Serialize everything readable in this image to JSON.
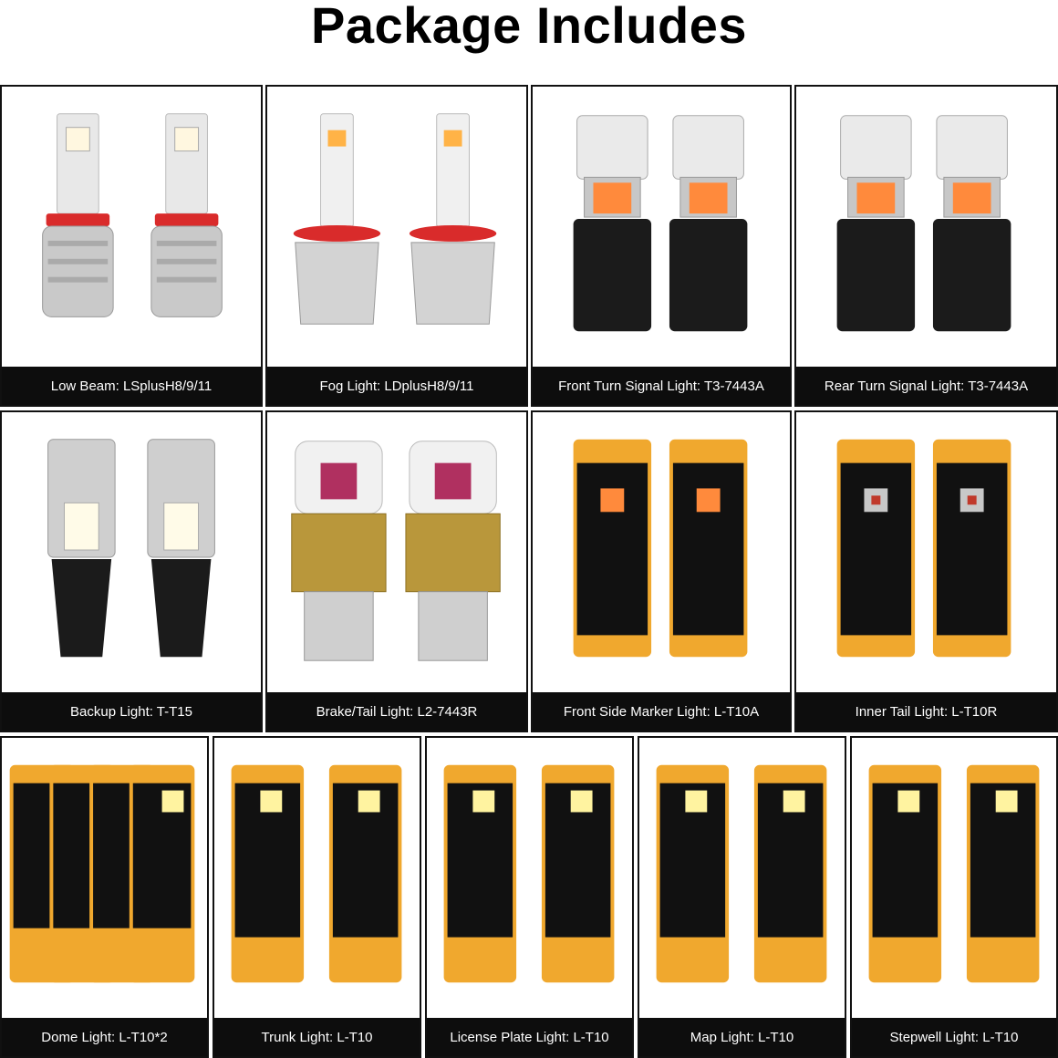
{
  "title": "Package Includes",
  "colors": {
    "caption_bg": "#0d0d0d",
    "border": "#111111",
    "pcb": "#f0a82e",
    "amber_led": "#ff8a3c",
    "red_base": "#d92b2b"
  },
  "items": [
    {
      "caption": "Low Beam: LSplusH8/9/11",
      "icon": "h11-bulb-icon"
    },
    {
      "caption": "Fog Light: LDplusH8/9/11",
      "icon": "fog-bulb-icon"
    },
    {
      "caption": "Front Turn Signal Light: T3-7443A",
      "icon": "7443-bulb-icon"
    },
    {
      "caption": "Rear Turn Signal Light: T3-7443A",
      "icon": "7443-bulb-icon"
    },
    {
      "caption": "Backup Light: T-T15",
      "icon": "t15-bulb-icon"
    },
    {
      "caption": "Brake/Tail Light: L2-7443R",
      "icon": "7443r-bulb-icon"
    },
    {
      "caption": "Front Side Marker Light: L-T10A",
      "icon": "t10-amber-bulb-icon"
    },
    {
      "caption": "Inner Tail Light:  L-T10R",
      "icon": "t10-red-bulb-icon"
    },
    {
      "caption": "Dome Light: L-T10*2",
      "icon": "t10-white-bulb-icon"
    },
    {
      "caption": "Trunk Light: L-T10",
      "icon": "t10-white-bulb-icon"
    },
    {
      "caption": "License Plate Light: L-T10",
      "icon": "t10-white-bulb-icon"
    },
    {
      "caption": "Map Light: L-T10",
      "icon": "t10-white-bulb-icon"
    },
    {
      "caption": "Stepwell Light: L-T10",
      "icon": "t10-white-bulb-icon"
    }
  ]
}
